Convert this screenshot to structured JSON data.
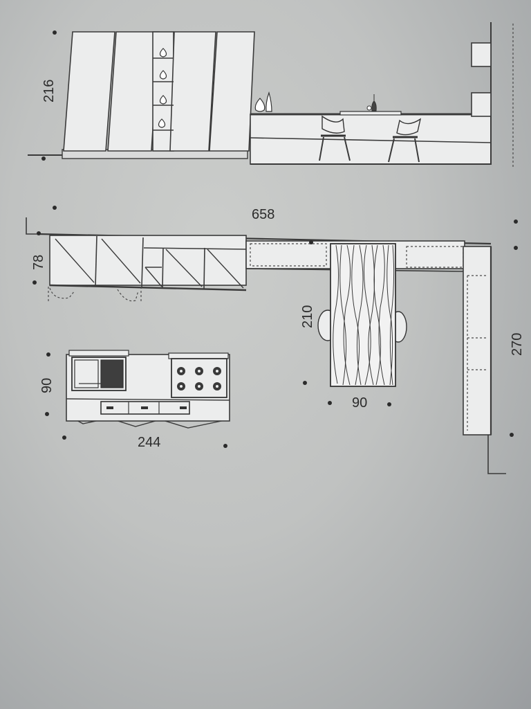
{
  "dimensions": {
    "elevation_height": "216",
    "total_length": "658",
    "wall_depth": "78",
    "peninsula_length": "210",
    "peninsula_width": "90",
    "right_run_length": "270",
    "island_depth": "90",
    "island_length": "244"
  }
}
